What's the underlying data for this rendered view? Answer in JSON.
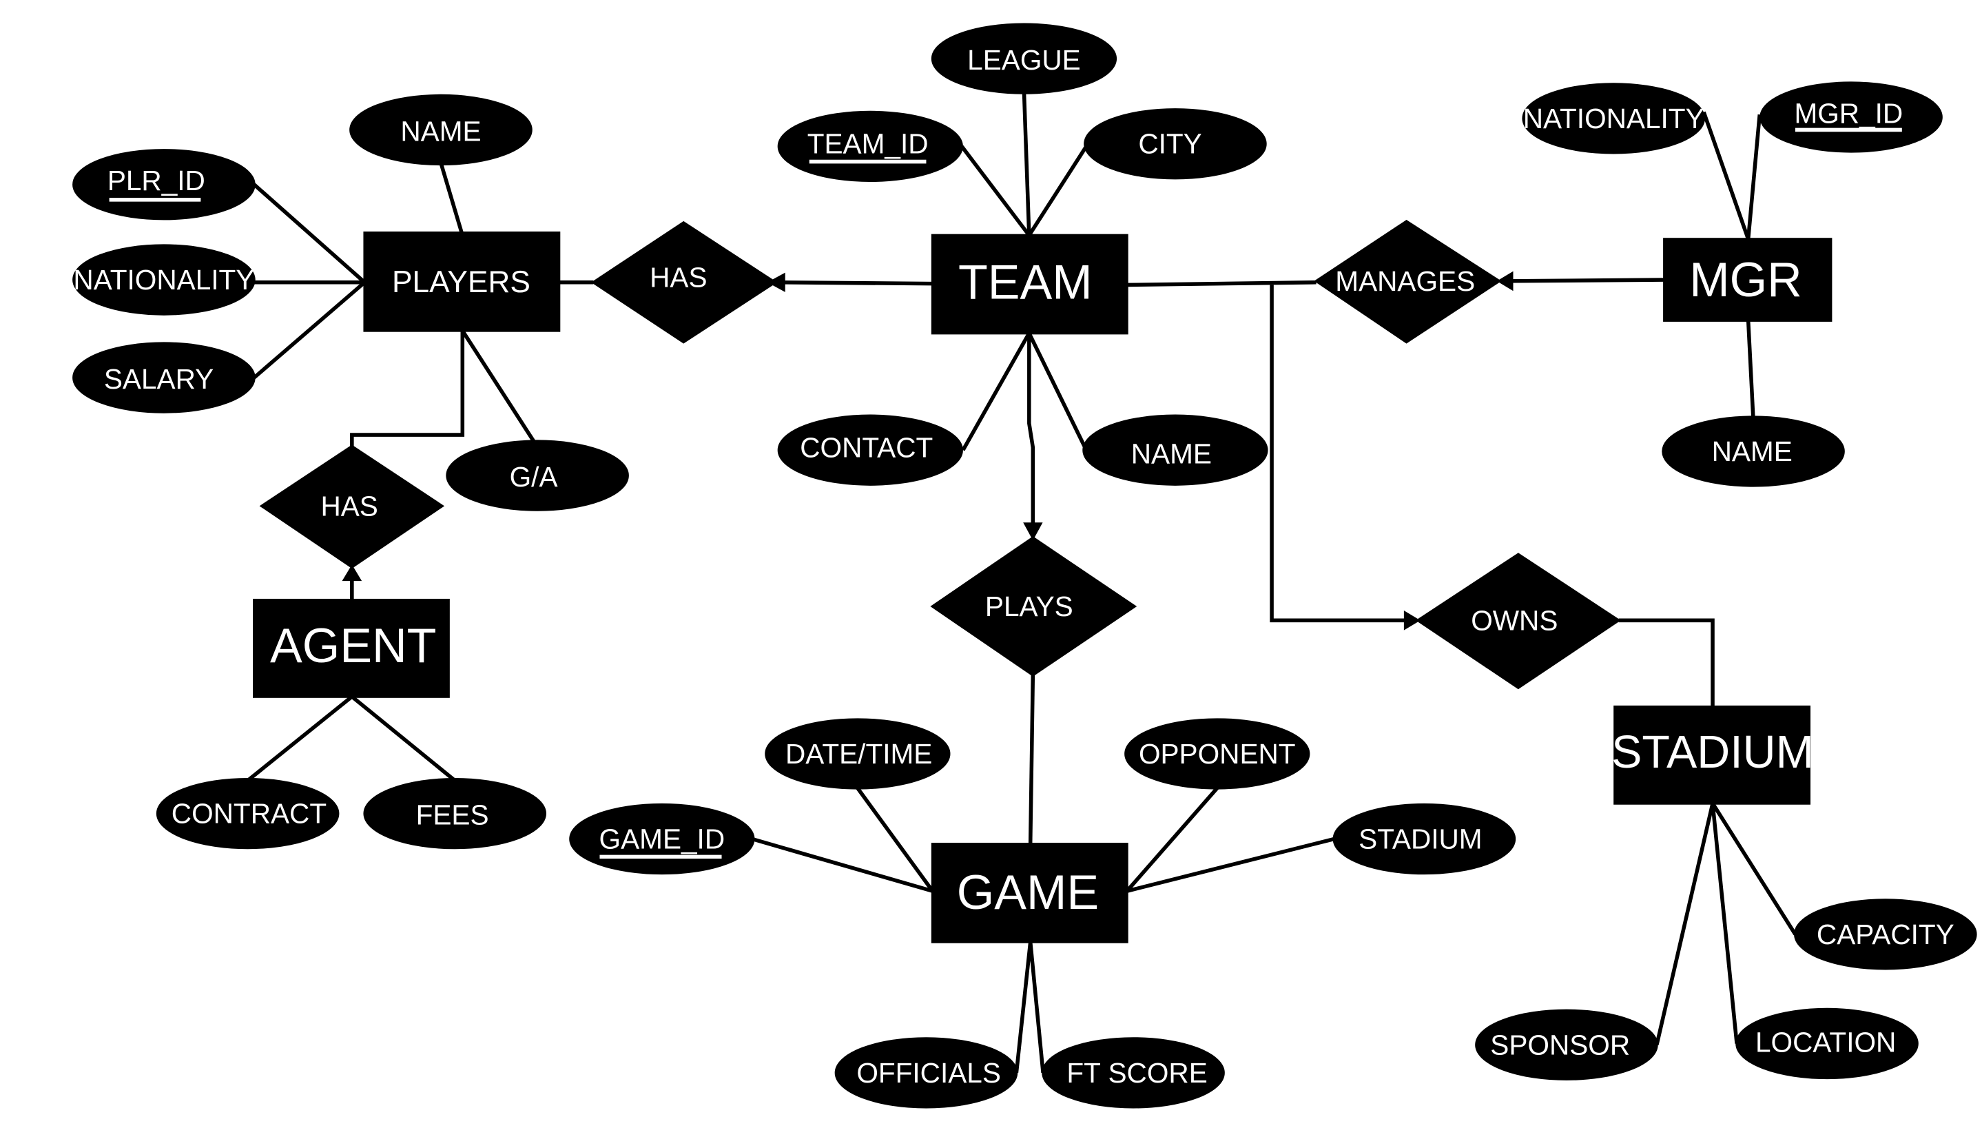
{
  "diagram": {
    "entities": {
      "players": "PLAYERS",
      "team": "TEAM",
      "mgr": "MGR",
      "agent": "AGENT",
      "game": "GAME",
      "stadium": "STADIUM"
    },
    "relationships": {
      "players_team_has": "HAS",
      "team_mgr_manages": "MANAGES",
      "team_game_plays": "PLAYS",
      "players_agent_has": "HAS",
      "team_stadium_owns": "OWNS"
    },
    "attributes": {
      "players": {
        "name": "NAME",
        "plr_id": "PLR_ID",
        "nationality": "NATIONALITY",
        "salary": "SALARY",
        "ga": "G/A"
      },
      "team": {
        "league": "LEAGUE",
        "team_id": "TEAM_ID",
        "city": "CITY",
        "contact": "CONTACT",
        "name": "NAME"
      },
      "mgr": {
        "nationality": "NATIONALITY",
        "mgr_id": "MGR_ID",
        "name": "NAME"
      },
      "agent": {
        "contract": "CONTRACT",
        "fees": "FEES"
      },
      "game": {
        "date_time": "DATE/TIME",
        "opponent": "OPPONENT",
        "game_id": "GAME_ID",
        "stadium": "STADIUM",
        "officials": "OFFICIALS",
        "ft_score": "FT SCORE"
      },
      "stadium": {
        "capacity": "CAPACITY",
        "sponsor": "SPONSOR",
        "location": "LOCATION"
      }
    }
  }
}
